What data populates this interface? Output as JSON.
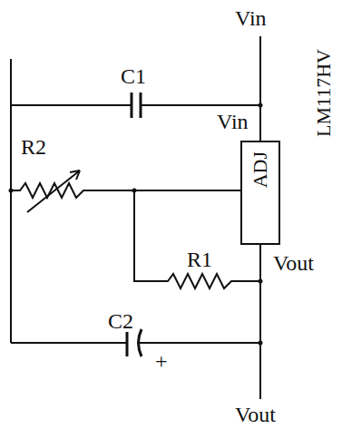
{
  "diagram": {
    "nodes": [
      {
        "text": [
          "ADJ",
          "LM117HV"
        ]
      }
    ],
    "labels": [
      "Vin",
      "C1",
      "Vin",
      "R2",
      "R1",
      "Vout",
      "C2",
      "+",
      "Vout"
    ]
  }
}
